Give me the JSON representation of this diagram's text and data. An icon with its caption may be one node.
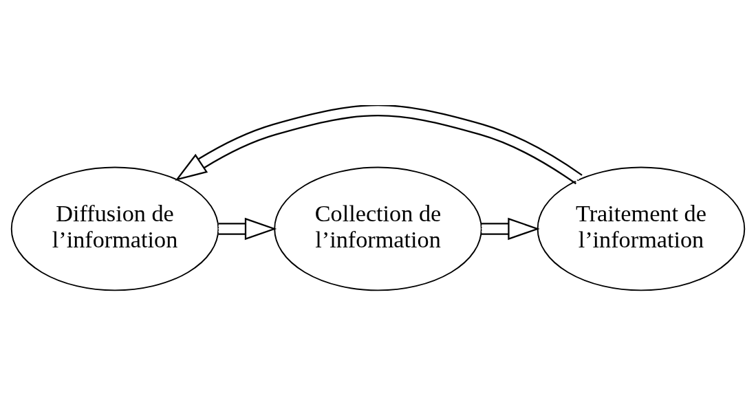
{
  "diagram": {
    "nodes": [
      {
        "text": [
          "Collection de l’information"
        ]
      },
      {
        "text": [
          "Traitement de l’information"
        ]
      },
      {
        "text": [
          "Diffusion de l’information"
        ]
      }
    ],
    "edges": [
      {
        "from": 0,
        "to": 1,
        "arrow": "to"
      },
      {
        "from": 1,
        "to": 2,
        "arrow": "to"
      },
      {
        "from": 2,
        "to": 0,
        "arrow": "to"
      }
    ]
  }
}
